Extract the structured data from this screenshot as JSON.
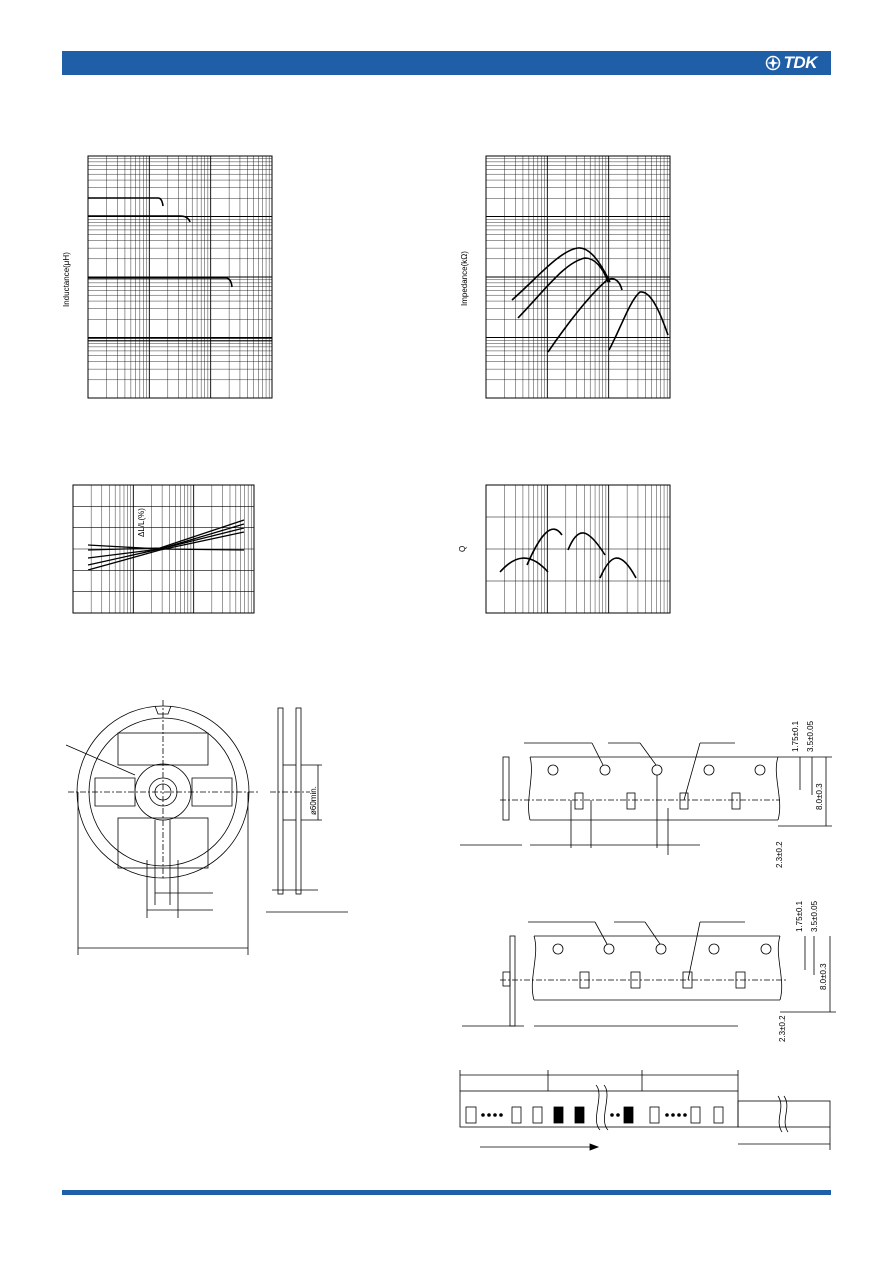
{
  "brand": {
    "logo_text": "TDK",
    "colors": {
      "header": "#1f5fa8",
      "ink": "#000000"
    },
    "logo_icon": "tdk-emblem-icon"
  },
  "charts": {
    "inductance_label": "Inductance(μH)",
    "impedance_label": "Impedance(kΩ)",
    "dl_label": "ΔL/L(%)",
    "q_label": "Q"
  },
  "reel": {
    "hub_dim": "ø60min."
  },
  "tape1": {
    "d1": "1.75±0.1",
    "d2": "3.5±0.05",
    "d3": "8.0±0.3",
    "d4": "2.3±0.2"
  },
  "tape2": {
    "d1": "1.75±0.1",
    "d2": "3.5±0.05",
    "d3": "8.0±0.3",
    "d4": "2.3±0.2"
  }
}
